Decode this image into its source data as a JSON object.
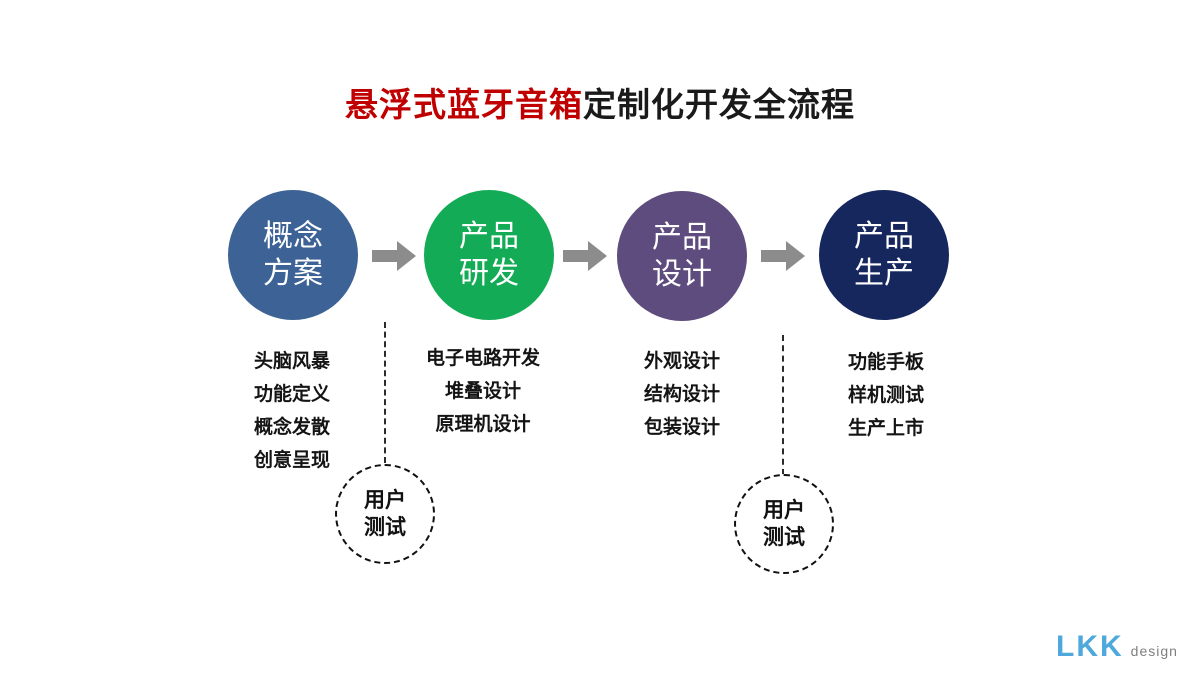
{
  "title": {
    "highlight": "悬浮式蓝牙音箱",
    "rest": "定制化开发全流程"
  },
  "stages": [
    {
      "name": "concept",
      "label_line1": "概念",
      "label_line2": "方案",
      "color": "#3d6296",
      "items": [
        "头脑风暴",
        "功能定义",
        "概念发散",
        "创意呈现"
      ]
    },
    {
      "name": "rnd",
      "label_line1": "产品",
      "label_line2": "研发",
      "color": "#13ab55",
      "items": [
        "电子电路开发",
        "堆叠设计",
        "原理机设计"
      ]
    },
    {
      "name": "design",
      "label_line1": "产品",
      "label_line2": "设计",
      "color": "#5e4c7e",
      "items": [
        "外观设计",
        "结构设计",
        "包装设计"
      ]
    },
    {
      "name": "production",
      "label_line1": "产品",
      "label_line2": "生产",
      "color": "#16275e",
      "items": [
        "功能手板",
        "样机测试",
        "生产上市"
      ]
    }
  ],
  "user_tests": [
    {
      "line1": "用户",
      "line2": "测试"
    },
    {
      "line1": "用户",
      "line2": "测试"
    }
  ],
  "logo": {
    "brand": "LKK",
    "suffix": "design",
    "brand_color": "#4fa8dc",
    "suffix_color": "#7f7f7f"
  },
  "colors": {
    "title_highlight": "#c00000",
    "title_text": "#1a1a1a",
    "arrow": "#8c8c8c",
    "list_text": "#141414",
    "dashed": "#111111"
  }
}
